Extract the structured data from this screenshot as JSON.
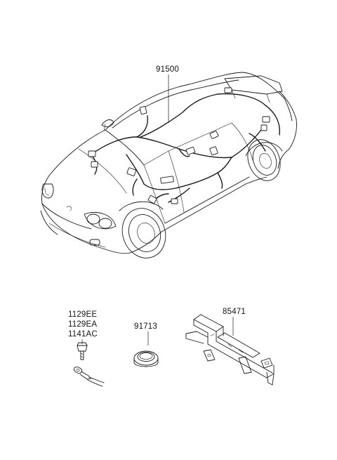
{
  "diagram": {
    "parts": {
      "main_harness": {
        "number": "91500"
      },
      "ground_bolt": {
        "numbers": [
          "1129EE",
          "1129EA",
          "1141AC"
        ]
      },
      "grommet": {
        "number": "91713"
      },
      "bracket": {
        "number": "85471"
      }
    },
    "colors": {
      "line": "#1a1a1a",
      "background": "#ffffff"
    }
  }
}
